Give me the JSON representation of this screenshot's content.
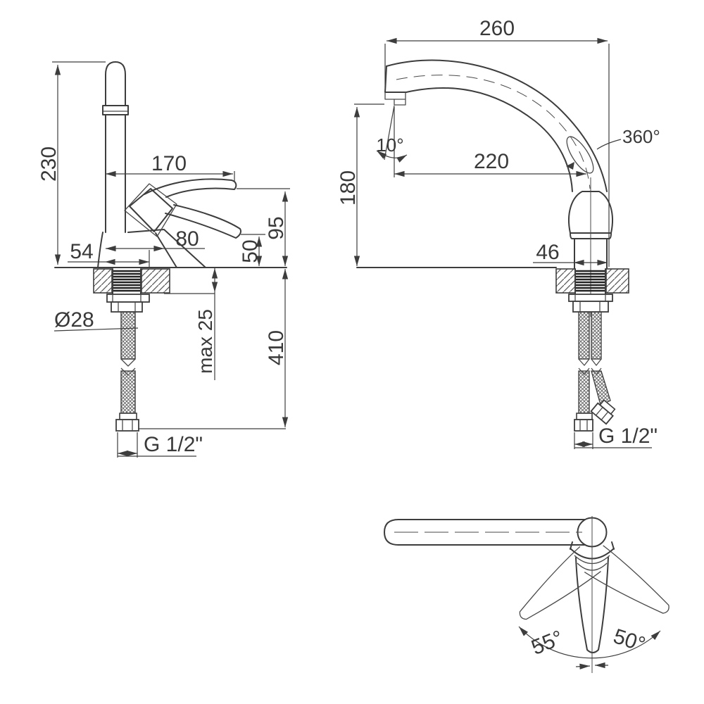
{
  "title": "kitchen faucet technical drawing",
  "colors": {
    "background": "#ffffff",
    "line": "#3d3d3d",
    "text": "#393939"
  },
  "views": {
    "side": {
      "total_height": "230",
      "spout_reach": "170",
      "outlet_height": "95",
      "lever_end_height": "50",
      "body_depth": "80",
      "base_width": "54",
      "shank_diameter": "Ø28",
      "deck_thickness": "max 25",
      "hose_length": "410",
      "thread": "G 1/2\""
    },
    "front": {
      "overall_reach": "260",
      "outlet_angle": "10°",
      "spout_projection": "220",
      "swivel_angle": "360°",
      "outlet_height": "180",
      "base_diameter": "46",
      "thread": "G 1/2\""
    },
    "top": {
      "handle_swing_left": "55°",
      "handle_swing_right": "50°"
    }
  }
}
